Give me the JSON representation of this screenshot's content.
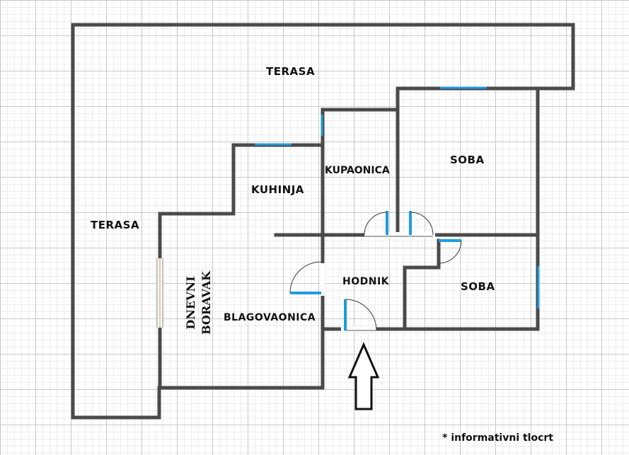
{
  "rooms": {
    "terasa_top": "TERASA",
    "terasa_left": "TERASA",
    "kuhinja": "KUHINJA",
    "kupaonica": "KUPAONICA",
    "soba_top": "SOBA",
    "soba_bottom": "SOBA",
    "hodnik": "HODNIK",
    "dnevni": "DNEVNI",
    "boravak": "BORAVAK",
    "blagovaonica": "BLAGOVAONICA"
  },
  "note": "* informativni tlocrt",
  "colors": {
    "wall": "#4a4a4a",
    "window": "#1e9be0",
    "grid": "#c9c9c9"
  },
  "icons": {
    "entrance": "arrow-up-outline-icon"
  }
}
